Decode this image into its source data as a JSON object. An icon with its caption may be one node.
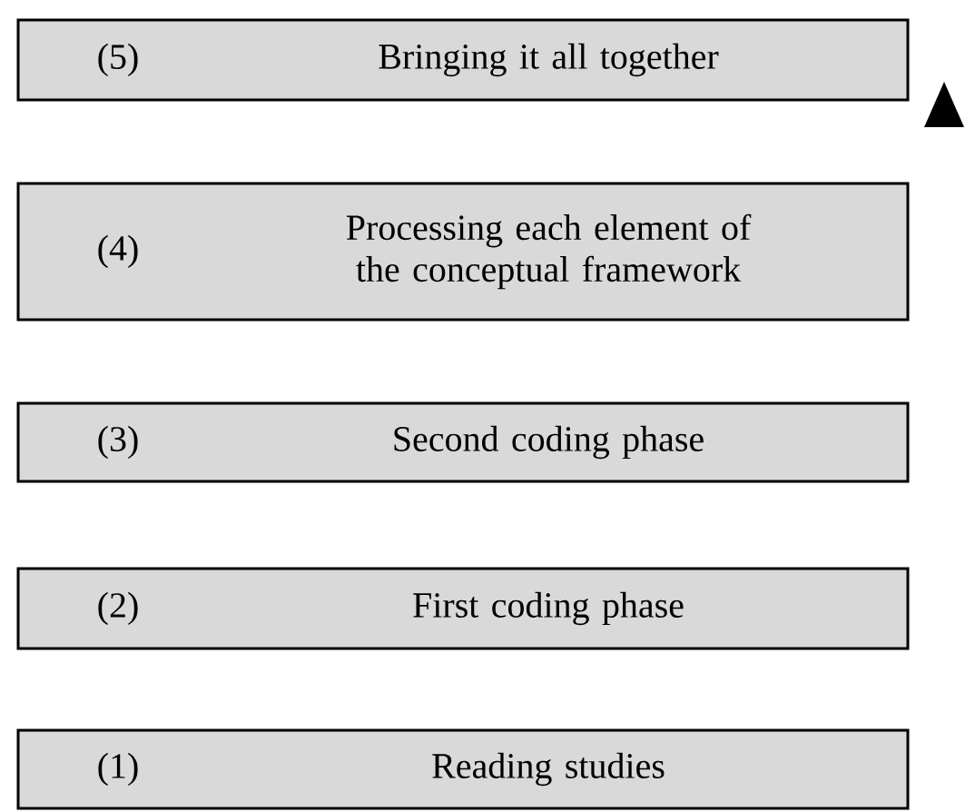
{
  "diagram": {
    "nodes": [
      {
        "text": [
          "(5)",
          "Bringing it all together"
        ]
      },
      {
        "text": [
          "(4)",
          "Processing each element of the conceptual framework"
        ]
      },
      {
        "text": [
          "(3)",
          "Second coding phase"
        ]
      },
      {
        "text": [
          "(2)",
          "First coding phase"
        ]
      },
      {
        "text": [
          "(1)",
          "Reading studies"
        ]
      }
    ]
  }
}
